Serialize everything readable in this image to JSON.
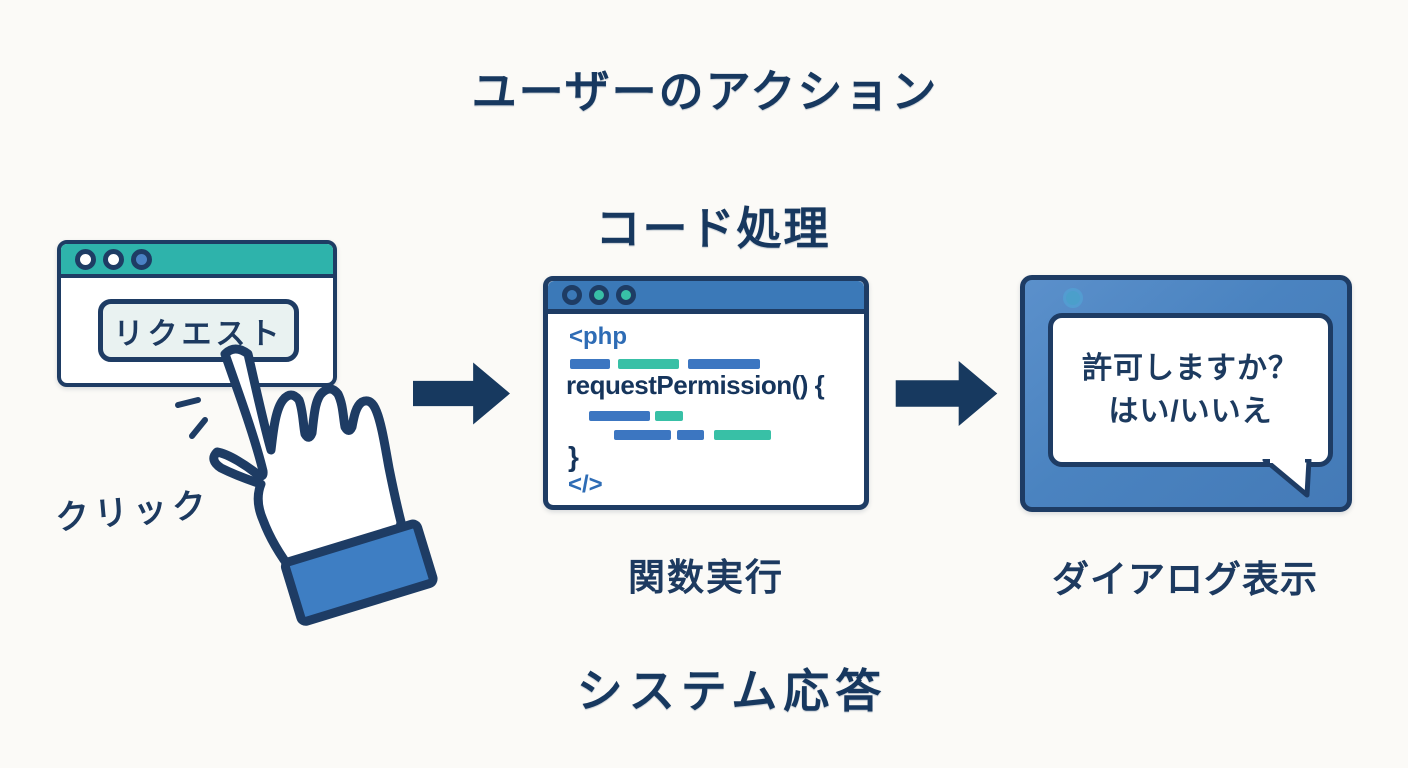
{
  "title": "ユーザーのアクション",
  "section_labels": {
    "code_processing": "コード処理",
    "system_response": "システム応答"
  },
  "browser_panel": {
    "button_label": "リクエスト",
    "caption": "クリック"
  },
  "code_panel": {
    "open_tag": "<php",
    "function_line": "requestPermission() {",
    "closing_brace": "}",
    "close_tag": "</>",
    "caption": "関数実行"
  },
  "dialog_panel": {
    "question": "許可しますか？",
    "answers": "はい/いいえ",
    "caption": "ダイアログ表示"
  },
  "colors": {
    "navy": "#1e3c64",
    "teal_header": "#2eb3ab",
    "blue_header": "#3b79b8",
    "panel_blue": "#4a83c0",
    "bar_blue": "#3c76c1",
    "bar_teal": "#38c0a6",
    "button_bg": "#e9f2f1",
    "cuff_blue": "#3e7ec3",
    "code_tag_blue": "#2e6cb5"
  }
}
